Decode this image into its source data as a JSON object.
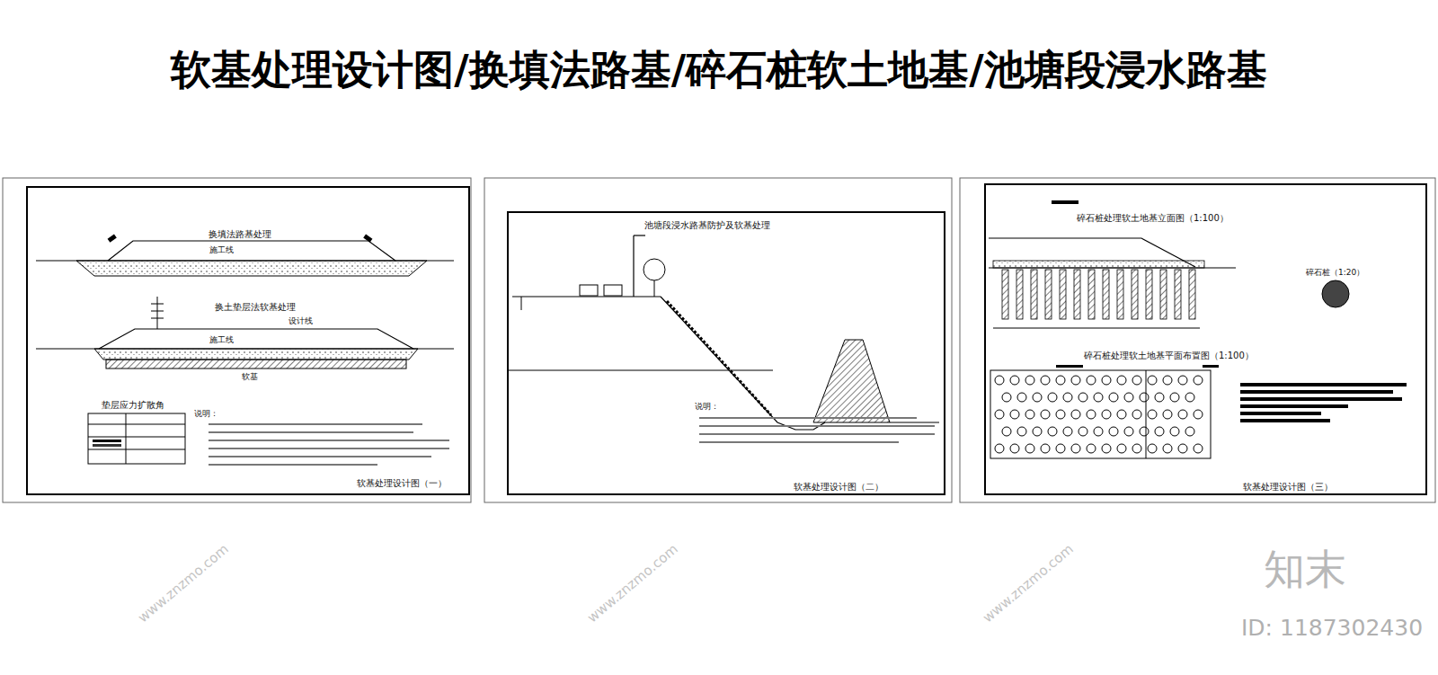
{
  "diagram": {
    "title": "软基处理设计图/换填法路基/碎石桩软土地基/池塘段浸水路基",
    "nodes": [
      {
        "text": [
          "换填法路基处理",
          "软基处理设计图（一）"
        ]
      },
      {
        "text": [
          "池塘段浸水路基防护及软基处理",
          "软基处理设计图（二）"
        ]
      },
      {
        "text": [
          "碎石桩处理软土地基立面图（1:100）",
          "软基处理设计图（三）"
        ]
      }
    ],
    "labels": [
      "换土垫层法软基处理",
      "施工线",
      "施工线",
      "设计线",
      "软基",
      "垫层应力扩散角",
      "说明：",
      "说明：",
      "碎石桩处理软土地基平面布置图（1:100）",
      "碎石桩（1:20）",
      "知末",
      "ID: 1187302430",
      "www.znzmo.com",
      "www.znzmo.com",
      "www.znzmo.com"
    ]
  }
}
